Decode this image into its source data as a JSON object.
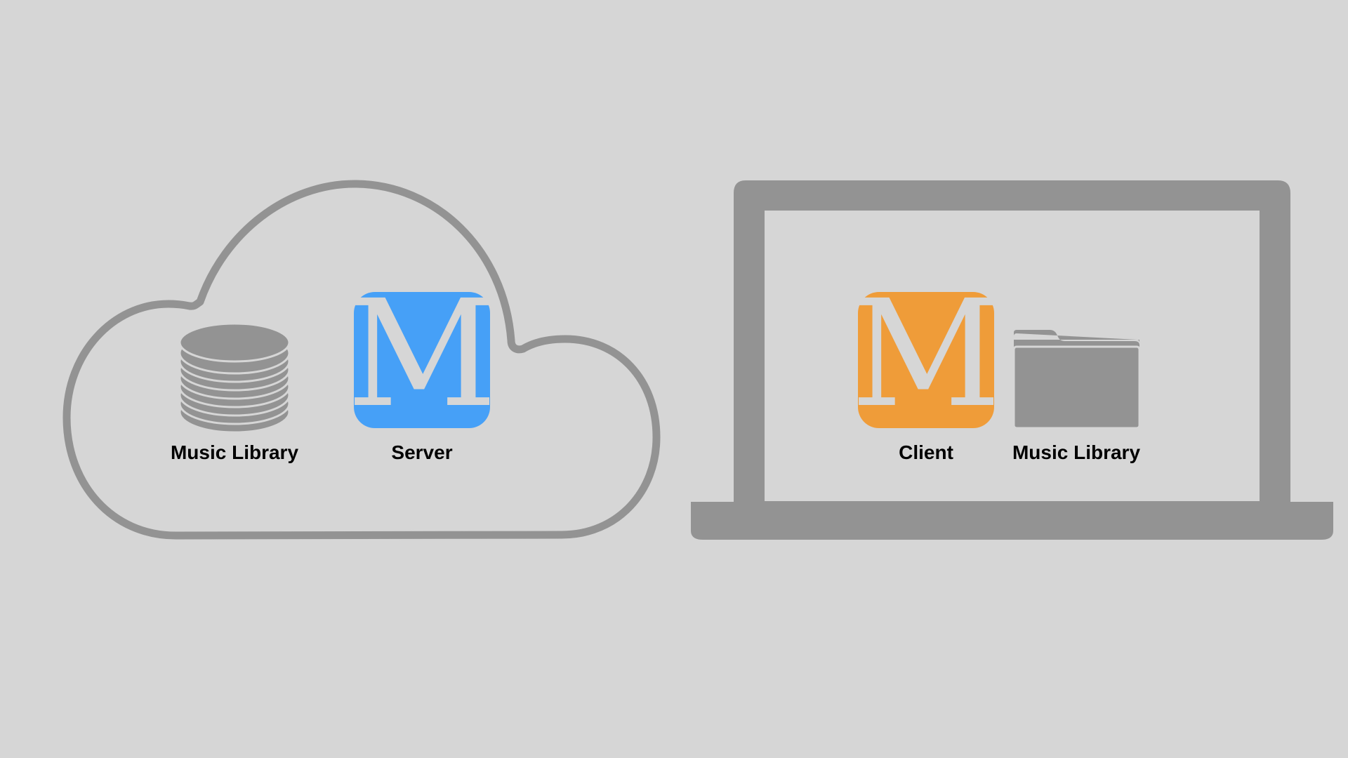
{
  "colors": {
    "background": "#d6d6d6",
    "outline_gray": "#939393",
    "server_app": "#46a0f7",
    "client_app": "#ef9c39",
    "label_text": "#000000"
  },
  "cloud": {
    "icon": "cloud-outline",
    "items": {
      "library": {
        "icon": "database-stack-icon",
        "label": "Music Library"
      },
      "server": {
        "icon": "m-app-icon",
        "letter": "M",
        "label": "Server"
      }
    }
  },
  "laptop": {
    "icon": "laptop-outline",
    "items": {
      "client": {
        "icon": "m-app-icon",
        "letter": "M",
        "label": "Client"
      },
      "library": {
        "icon": "folder-icon",
        "label": "Music Library"
      }
    }
  }
}
